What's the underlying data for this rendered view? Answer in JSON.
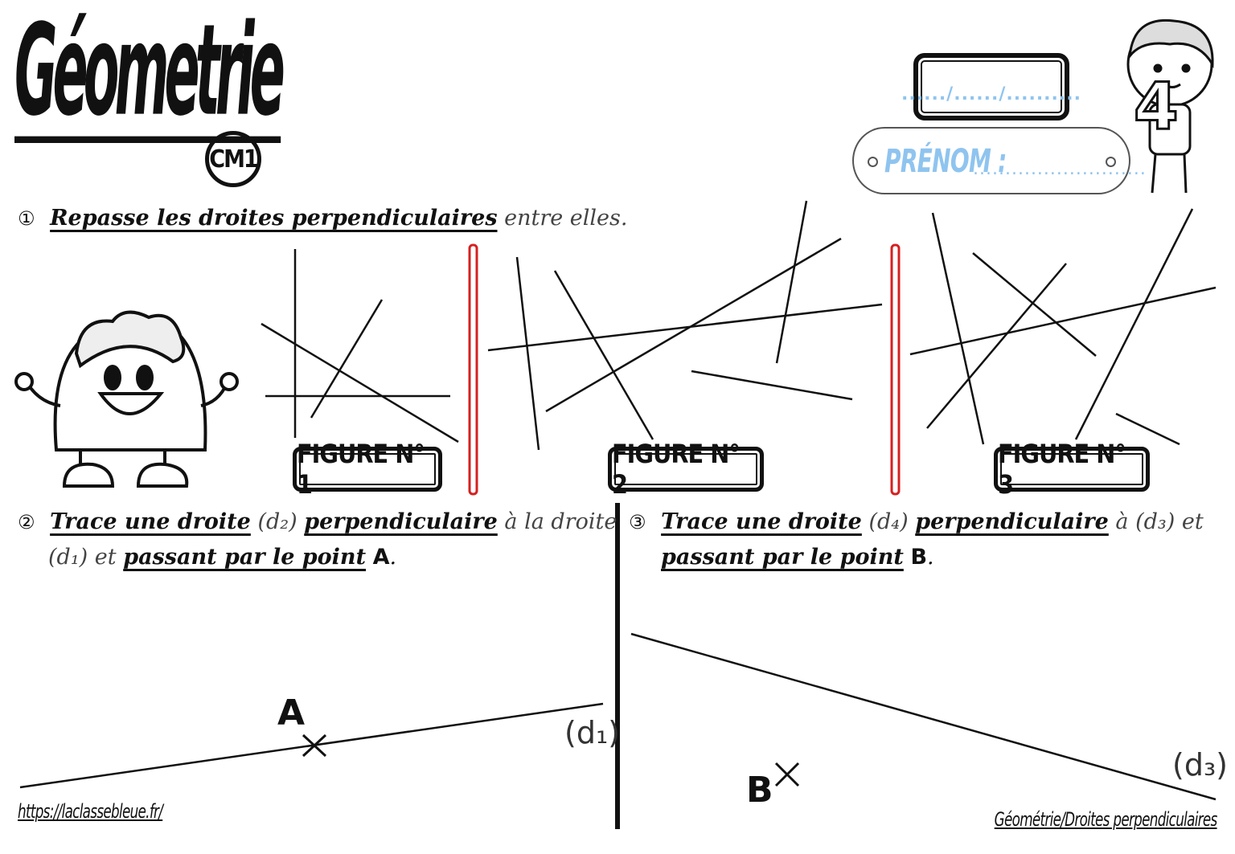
{
  "header": {
    "title": "Géometrie",
    "level": "CM1",
    "date_placeholder": "....../....../..........",
    "name_label": "PRÉNOM :",
    "name_dots": "...........................",
    "mascot_number": "4"
  },
  "exercise1": {
    "number": "①",
    "instruction_underlined": "Repasse les droites perpendiculaires",
    "instruction_rest": "entre elles.",
    "figures": [
      "FIGURE N° 1",
      "FIGURE N° 2",
      "FIGURE N° 3"
    ]
  },
  "exercise2": {
    "number": "②",
    "part1": "Trace une droite",
    "part2": "(d₂)",
    "part3": "perpendiculaire",
    "part4": "à la droite",
    "part5": "(d₁) et",
    "part6": "passant par le point",
    "point": "A",
    "end": ".",
    "point_label": "A",
    "line_label": "(d₁)"
  },
  "exercise3": {
    "number": "③",
    "part1": "Trace une droite",
    "part2": "(d₄)",
    "part3": "perpendiculaire",
    "part4": "à (d₃) et",
    "part6": "passant par le point",
    "point": "B",
    "end": ".",
    "point_label": "B",
    "line_label": "(d₃)"
  },
  "footer": {
    "url": "https://laclassebleue.fr/",
    "topic": "Géométrie/Droites perpendiculaires"
  },
  "colors": {
    "separator_red": "#d62020",
    "placeholder_blue": "#8fc4ef"
  }
}
